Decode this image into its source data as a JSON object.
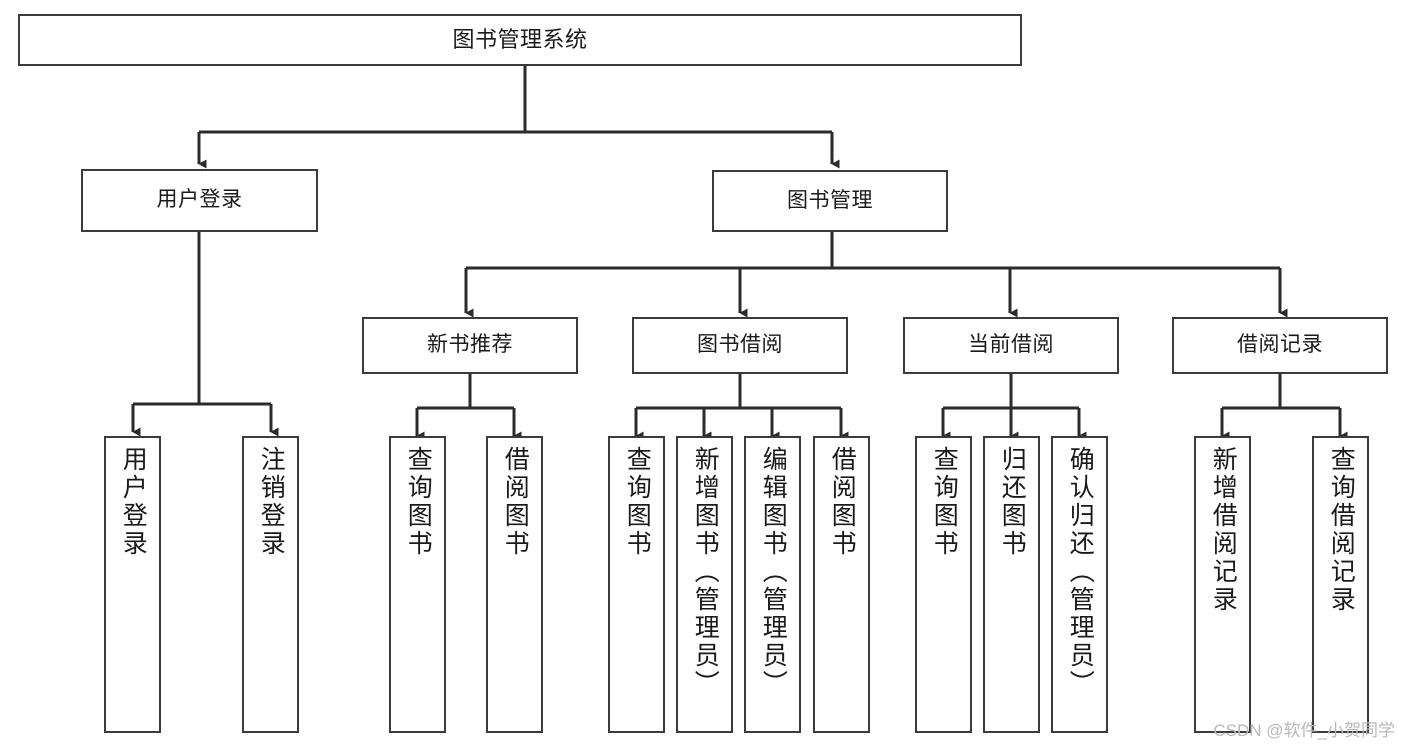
{
  "diagram": {
    "type": "tree-hierarchy",
    "title": "图书管理系统",
    "watermark": "CSDN @软件_小贺同学",
    "colors": {
      "box_border": "#3b3b3b",
      "box_fill": "#ffffff",
      "connector": "#2b2b2b",
      "text": "#1a1a1a",
      "watermark": "#b9b9b9"
    },
    "levels": {
      "root": {
        "label": "图书管理系统"
      },
      "level2": [
        {
          "id": "user-login",
          "label": "用户登录"
        },
        {
          "id": "book-manage",
          "label": "图书管理"
        }
      ],
      "level3": [
        {
          "id": "new-book-recommend",
          "label": "新书推荐"
        },
        {
          "id": "book-borrow",
          "label": "图书借阅"
        },
        {
          "id": "current-borrow",
          "label": "当前借阅"
        },
        {
          "id": "borrow-record",
          "label": "借阅记录"
        }
      ],
      "leaves": [
        {
          "id": "leaf-user-login",
          "label": "用户登录",
          "parent": "user-login"
        },
        {
          "id": "leaf-logout-login",
          "label": "注销登录",
          "parent": "user-login"
        },
        {
          "id": "leaf-query-book-1",
          "label": "查询图书",
          "parent": "new-book-recommend"
        },
        {
          "id": "leaf-borrow-book-1",
          "label": "借阅图书",
          "parent": "new-book-recommend"
        },
        {
          "id": "leaf-query-book-2",
          "label": "查询图书",
          "parent": "book-borrow"
        },
        {
          "id": "leaf-add-book",
          "label": "新增图书（管理员）",
          "parent": "book-borrow"
        },
        {
          "id": "leaf-edit-book",
          "label": "编辑图书（管理员）",
          "parent": "book-borrow"
        },
        {
          "id": "leaf-borrow-book-2",
          "label": "借阅图书",
          "parent": "book-borrow"
        },
        {
          "id": "leaf-query-book-3",
          "label": "查询图书",
          "parent": "current-borrow"
        },
        {
          "id": "leaf-return-book",
          "label": "归还图书",
          "parent": "current-borrow"
        },
        {
          "id": "leaf-confirm-return",
          "label": "确认归还（管理员）",
          "parent": "current-borrow"
        },
        {
          "id": "leaf-add-record",
          "label": "新增借阅记录",
          "parent": "borrow-record"
        },
        {
          "id": "leaf-query-record",
          "label": "查询借阅记录",
          "parent": "borrow-record"
        }
      ]
    }
  }
}
